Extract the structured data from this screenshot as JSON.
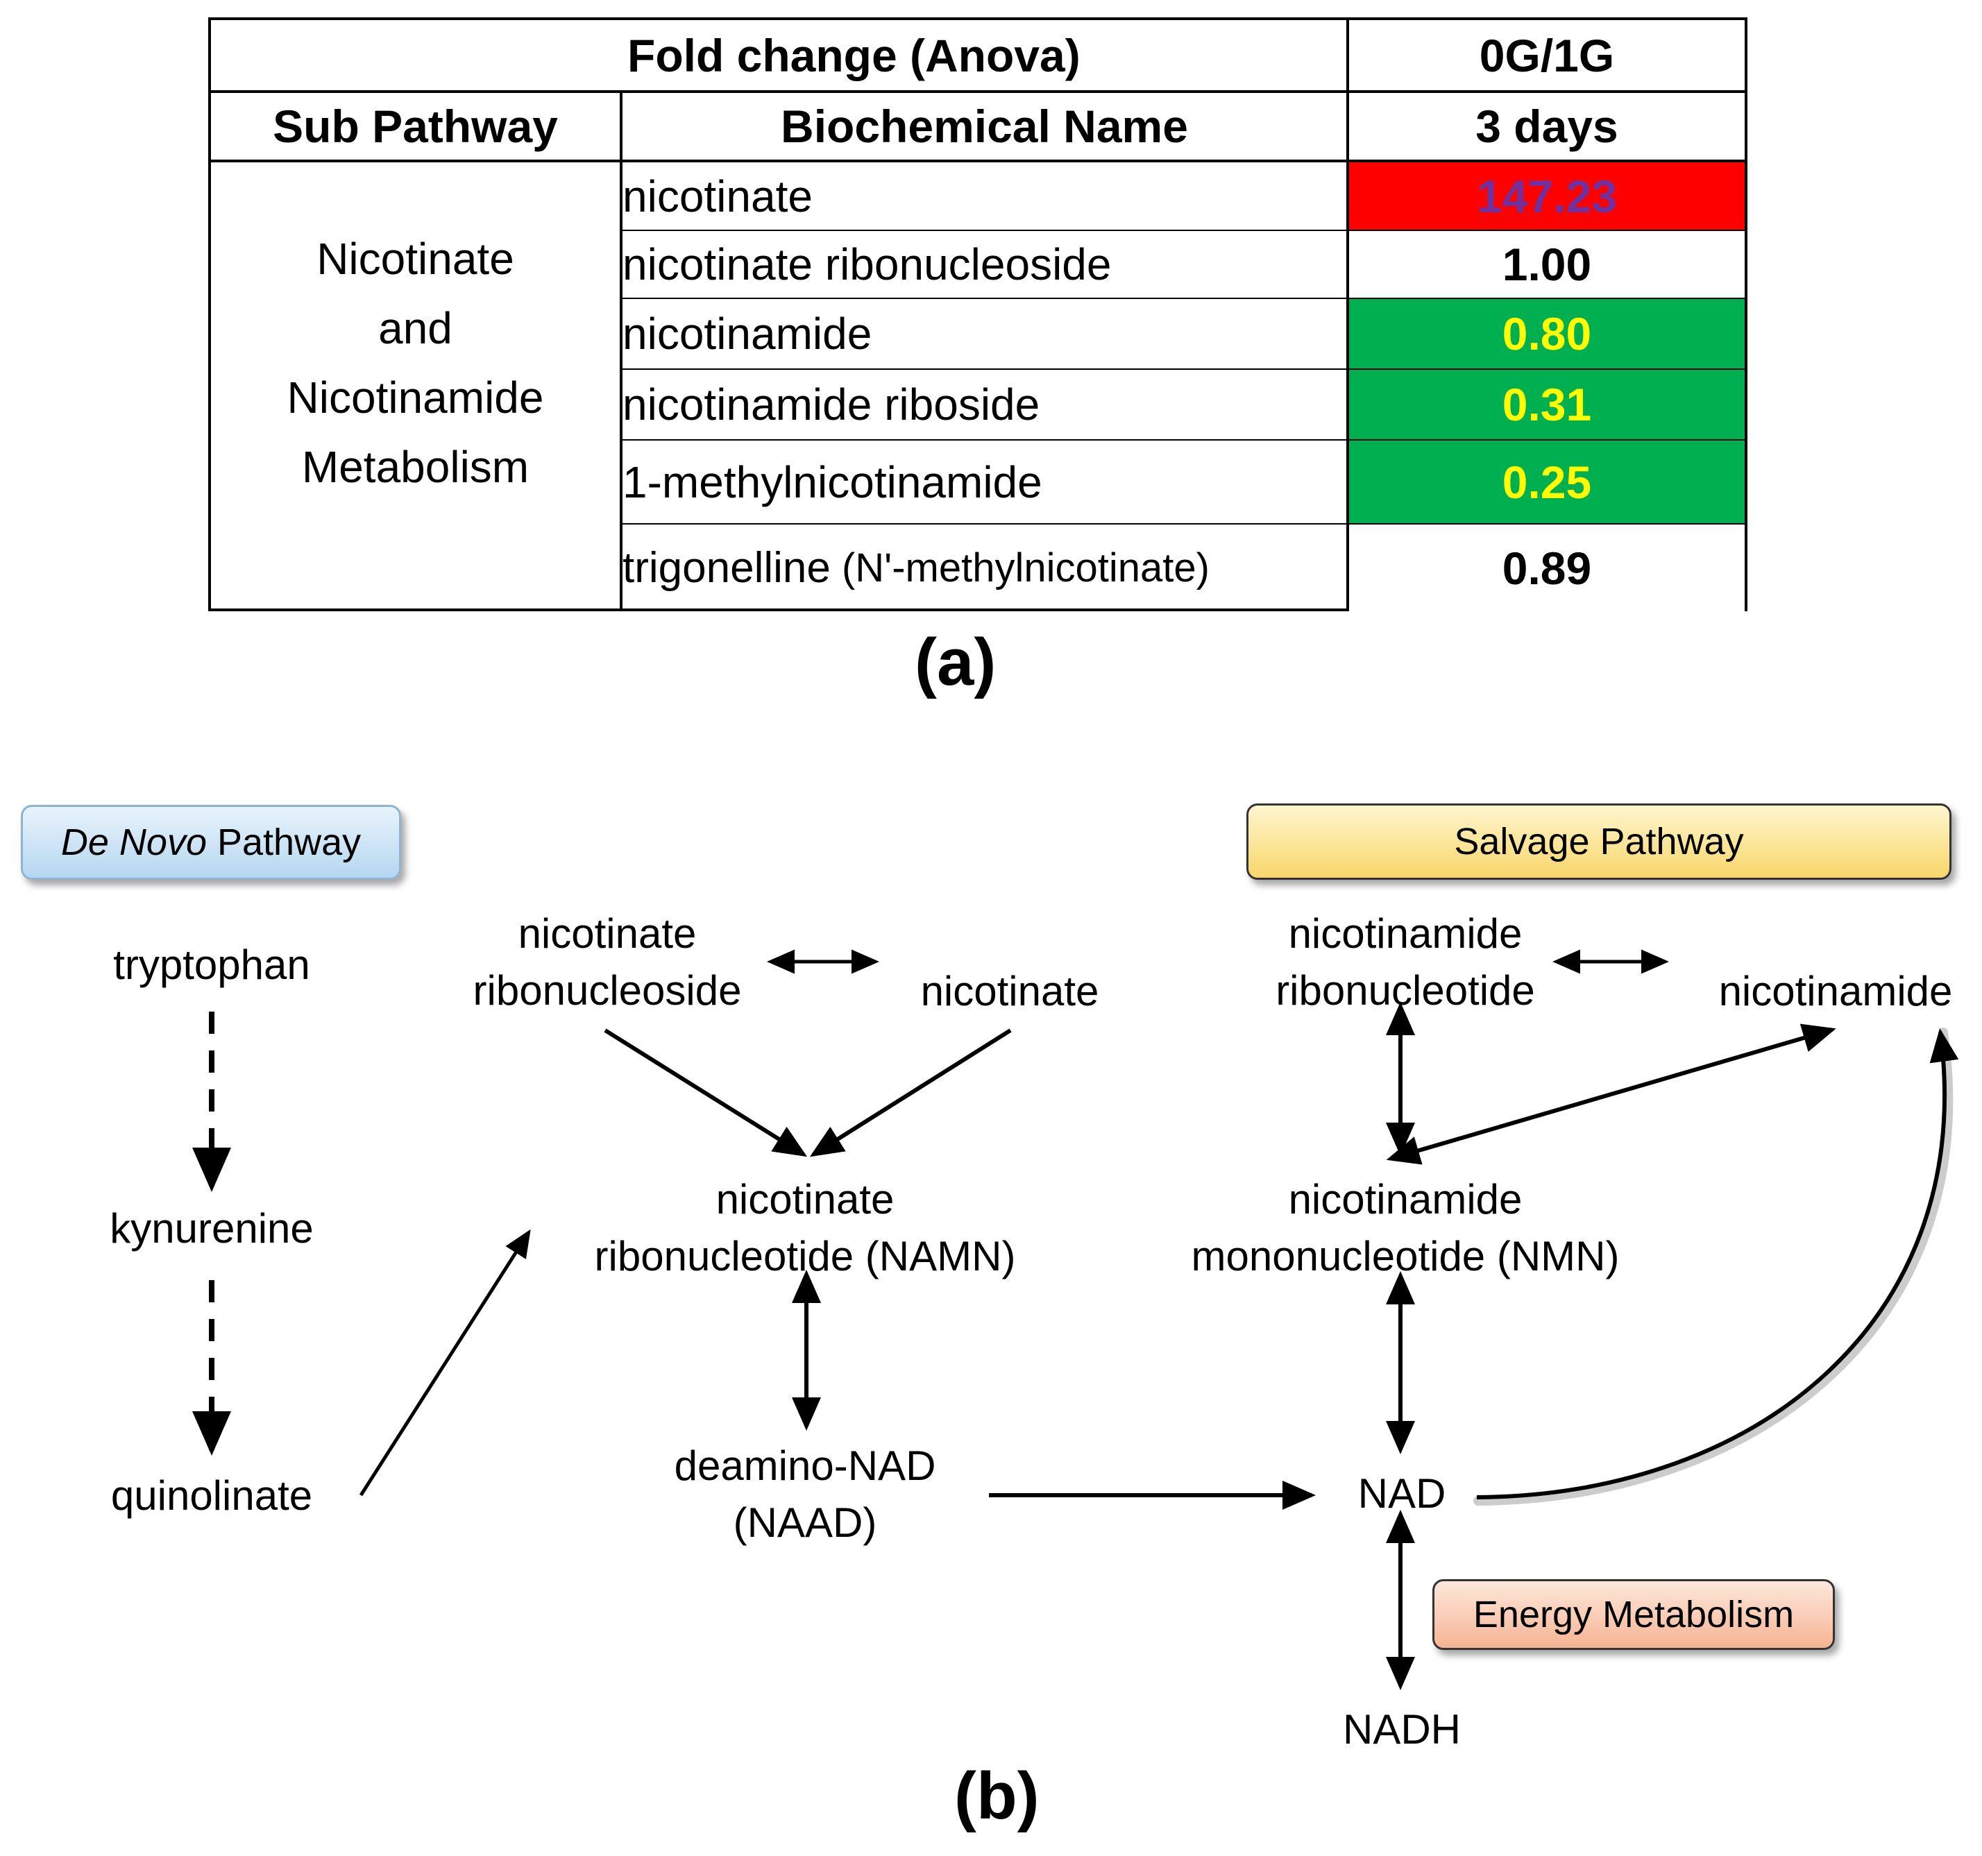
{
  "table": {
    "header_fold_change": "Fold change (Anova)",
    "header_ratio": "0G/1G",
    "header_sub_pathway": "Sub Pathway",
    "header_biochemical": "Biochemical Name",
    "header_days": "3 days",
    "sub_pathway_lines": [
      "Nicotinate",
      "and",
      "Nicotinamide",
      "Metabolism"
    ],
    "rows": [
      {
        "name": "nicotinate",
        "value": "147.23",
        "bg": "#ff0000",
        "color": "#7030a0"
      },
      {
        "name": "nicotinate ribonucleoside",
        "value": "1.00",
        "bg": "#ffffff",
        "color": "#000000"
      },
      {
        "name": "nicotinamide",
        "value": "0.80",
        "bg": "#00b050",
        "color": "#ffff00"
      },
      {
        "name": "nicotinamide riboside",
        "value": "0.31",
        "bg": "#00b050",
        "color": "#ffff00"
      },
      {
        "name": "1-methylnicotinamide",
        "value": "0.25",
        "bg": "#00b050",
        "color": "#ffff00"
      },
      {
        "name": "trigonelline",
        "name_suffix": " (N'-methylnicotinate)",
        "value": "0.89",
        "bg": "#ffffff",
        "color": "#000000"
      }
    ]
  },
  "labels": {
    "a": "(a)",
    "b": "(b)"
  },
  "diagram": {
    "de_novo_italic": "De Novo",
    "de_novo_rest": " Pathway",
    "salvage": "Salvage Pathway",
    "energy": "Energy Metabolism",
    "tryptophan": "tryptophan",
    "kynurenine": "kynurenine",
    "quinolinate": "quinolinate",
    "nicotinate_ribonucleoside_1": "nicotinate",
    "nicotinate_ribonucleoside_2": "ribonucleoside",
    "nicotinate": "nicotinate",
    "namn_1": "nicotinate",
    "namn_2": "ribonucleotide (NAMN)",
    "naad_1": "deamino-NAD",
    "naad_2": "(NAAD)",
    "nicotinamide_ribonucleotide_1": "nicotinamide",
    "nicotinamide_ribonucleotide_2": "ribonucleotide",
    "nicotinamide": "nicotinamide",
    "nmn_1": "nicotinamide",
    "nmn_2": "mononucleotide (NMN)",
    "nad": "NAD",
    "nadh": "NADH"
  }
}
